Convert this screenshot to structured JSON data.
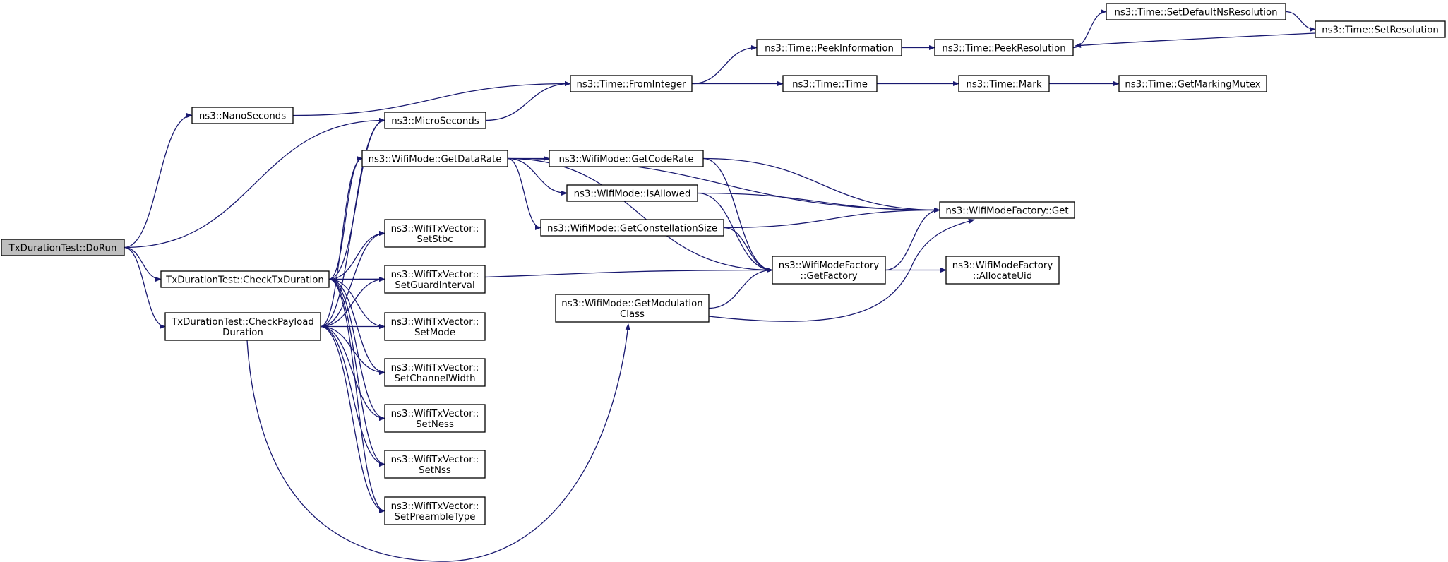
{
  "graph": {
    "edge_color": "#191970",
    "root_fill": "#bfbfbf",
    "nodes": [
      {
        "id": "dorun",
        "lines": [
          "TxDurationTest::DoRun"
        ]
      },
      {
        "id": "nanoseconds",
        "lines": [
          "ns3::NanoSeconds"
        ]
      },
      {
        "id": "microseconds",
        "lines": [
          "ns3::MicroSeconds"
        ]
      },
      {
        "id": "checktxduration",
        "lines": [
          "TxDurationTest::CheckTxDuration"
        ]
      },
      {
        "id": "checkpayloadduration",
        "lines": [
          "TxDurationTest::CheckPayload",
          "Duration"
        ]
      },
      {
        "id": "frominteger",
        "lines": [
          "ns3::Time::FromInteger"
        ]
      },
      {
        "id": "peekinformation",
        "lines": [
          "ns3::Time::PeekInformation"
        ]
      },
      {
        "id": "peekresolution",
        "lines": [
          "ns3::Time::PeekResolution"
        ]
      },
      {
        "id": "setdefaultnsresolution",
        "lines": [
          "ns3::Time::SetDefaultNsResolution"
        ]
      },
      {
        "id": "setresolution",
        "lines": [
          "ns3::Time::SetResolution"
        ]
      },
      {
        "id": "time",
        "lines": [
          "ns3::Time::Time"
        ]
      },
      {
        "id": "mark",
        "lines": [
          "ns3::Time::Mark"
        ]
      },
      {
        "id": "getmarkingmutex",
        "lines": [
          "ns3::Time::GetMarkingMutex"
        ]
      },
      {
        "id": "getdatarate",
        "lines": [
          "ns3::WifiMode::GetDataRate"
        ]
      },
      {
        "id": "getcoderate",
        "lines": [
          "ns3::WifiMode::GetCodeRate"
        ]
      },
      {
        "id": "isallowed",
        "lines": [
          "ns3::WifiMode::IsAllowed"
        ]
      },
      {
        "id": "getconstellationsize",
        "lines": [
          "ns3::WifiMode::GetConstellationSize"
        ]
      },
      {
        "id": "getmodulationclass",
        "lines": [
          "ns3::WifiMode::GetModulation",
          "Class"
        ]
      },
      {
        "id": "wifimodefactoryget",
        "lines": [
          "ns3::WifiModeFactory::Get"
        ]
      },
      {
        "id": "getfactory",
        "lines": [
          "ns3::WifiModeFactory",
          "::GetFactory"
        ]
      },
      {
        "id": "allocateuid",
        "lines": [
          "ns3::WifiModeFactory",
          "::AllocateUid"
        ]
      },
      {
        "id": "setstbc",
        "lines": [
          "ns3::WifiTxVector::",
          "SetStbc"
        ]
      },
      {
        "id": "setguardinterval",
        "lines": [
          "ns3::WifiTxVector::",
          "SetGuardInterval"
        ]
      },
      {
        "id": "setmode",
        "lines": [
          "ns3::WifiTxVector::",
          "SetMode"
        ]
      },
      {
        "id": "setchannelwidth",
        "lines": [
          "ns3::WifiTxVector::",
          "SetChannelWidth"
        ]
      },
      {
        "id": "setness",
        "lines": [
          "ns3::WifiTxVector::",
          "SetNess"
        ]
      },
      {
        "id": "setnss",
        "lines": [
          "ns3::WifiTxVector::",
          "SetNss"
        ]
      },
      {
        "id": "setpreambletype",
        "lines": [
          "ns3::WifiTxVector::",
          "SetPreambleType"
        ]
      }
    ],
    "edges": [
      [
        "dorun",
        "nanoseconds"
      ],
      [
        "dorun",
        "microseconds"
      ],
      [
        "dorun",
        "checktxduration"
      ],
      [
        "dorun",
        "checkpayloadduration"
      ],
      [
        "nanoseconds",
        "frominteger"
      ],
      [
        "microseconds",
        "frominteger"
      ],
      [
        "frominteger",
        "peekinformation"
      ],
      [
        "frominteger",
        "time"
      ],
      [
        "peekinformation",
        "peekresolution"
      ],
      [
        "peekresolution",
        "setdefaultnsresolution"
      ],
      [
        "setdefaultnsresolution",
        "setresolution"
      ],
      [
        "setresolution",
        "peekresolution"
      ],
      [
        "time",
        "mark"
      ],
      [
        "mark",
        "getmarkingmutex"
      ],
      [
        "checktxduration",
        "microseconds"
      ],
      [
        "checktxduration",
        "getdatarate"
      ],
      [
        "checktxduration",
        "getfactory"
      ],
      [
        "checktxduration",
        "setstbc"
      ],
      [
        "checktxduration",
        "setguardinterval"
      ],
      [
        "checktxduration",
        "setmode"
      ],
      [
        "checktxduration",
        "setchannelwidth"
      ],
      [
        "checktxduration",
        "setness"
      ],
      [
        "checktxduration",
        "setnss"
      ],
      [
        "checktxduration",
        "setpreambletype"
      ],
      [
        "checkpayloadduration",
        "microseconds"
      ],
      [
        "checkpayloadduration",
        "getdatarate"
      ],
      [
        "checkpayloadduration",
        "getmodulationclass"
      ],
      [
        "checkpayloadduration",
        "setstbc"
      ],
      [
        "checkpayloadduration",
        "setguardinterval"
      ],
      [
        "checkpayloadduration",
        "setmode"
      ],
      [
        "checkpayloadduration",
        "setchannelwidth"
      ],
      [
        "checkpayloadduration",
        "setness"
      ],
      [
        "checkpayloadduration",
        "setnss"
      ],
      [
        "checkpayloadduration",
        "setpreambletype"
      ],
      [
        "getdatarate",
        "wifimodefactoryget"
      ],
      [
        "getdatarate",
        "getcoderate"
      ],
      [
        "getdatarate",
        "isallowed"
      ],
      [
        "getdatarate",
        "getconstellationsize"
      ],
      [
        "getdatarate",
        "getfactory"
      ],
      [
        "getcoderate",
        "wifimodefactoryget"
      ],
      [
        "getcoderate",
        "getfactory"
      ],
      [
        "isallowed",
        "wifimodefactoryget"
      ],
      [
        "isallowed",
        "getfactory"
      ],
      [
        "getconstellationsize",
        "wifimodefactoryget"
      ],
      [
        "getconstellationsize",
        "getfactory"
      ],
      [
        "getmodulationclass",
        "getfactory"
      ],
      [
        "getmodulationclass",
        "wifimodefactoryget"
      ],
      [
        "getfactory",
        "wifimodefactoryget"
      ],
      [
        "getfactory",
        "allocateuid"
      ]
    ]
  }
}
